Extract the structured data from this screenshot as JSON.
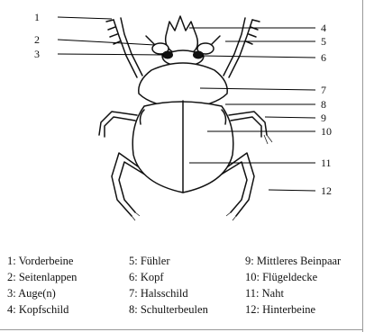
{
  "callouts": {
    "left": [
      "1",
      "2",
      "3"
    ],
    "right": [
      "4",
      "5",
      "6",
      "7",
      "8",
      "9",
      "10",
      "11",
      "12"
    ]
  },
  "legend": {
    "col1": [
      "1: Vorderbeine",
      "2: Seitenlappen",
      "3: Auge(n)",
      "4: Kopfschild"
    ],
    "col2": [
      "5: Fühler",
      "6: Kopf",
      "7: Halsschild",
      "8: Schulterbeulen"
    ],
    "col3": [
      "9: Mittleres Beinpaar",
      "10: Flügeldecke",
      "11: Naht",
      "12: Hinterbeine"
    ]
  }
}
